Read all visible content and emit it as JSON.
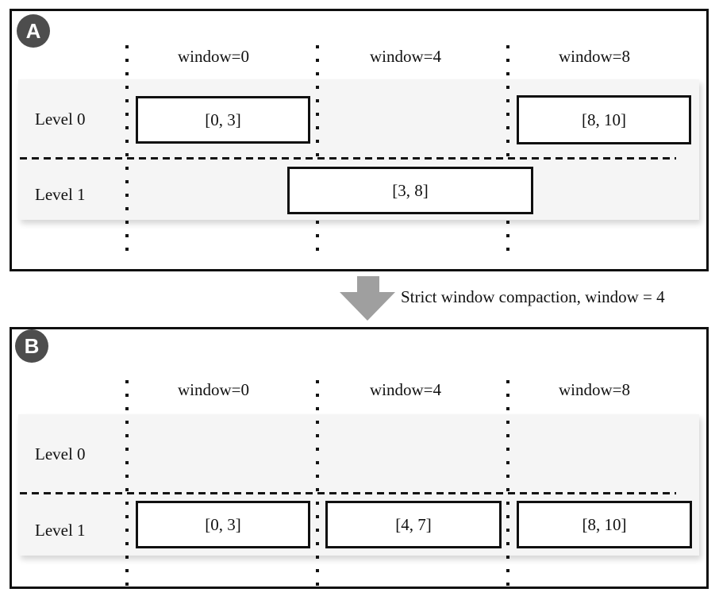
{
  "panels": [
    {
      "badge": "A",
      "columns": [
        "window=0",
        "window=4",
        "window=8"
      ],
      "levels": [
        "Level 0",
        "Level 1"
      ],
      "boxes": [
        {
          "label": "[0, 3]"
        },
        {
          "label": "[8, 10]"
        },
        {
          "label": "[3, 8]"
        }
      ]
    },
    {
      "badge": "B",
      "columns": [
        "window=0",
        "window=4",
        "window=8"
      ],
      "levels": [
        "Level 0",
        "Level 1"
      ],
      "boxes": [
        {
          "label": "[0, 3]"
        },
        {
          "label": "[4, 7]"
        },
        {
          "label": "[8, 10]"
        }
      ]
    }
  ],
  "transition": {
    "caption": "Strict window compaction, window = 4"
  },
  "colors": {
    "badge_circle": "#4d4d4d",
    "arrow": "#9f9f9f",
    "level_band": "#f5f5f5",
    "line": "#141414",
    "text": "#111111",
    "background": "#ffffff"
  }
}
